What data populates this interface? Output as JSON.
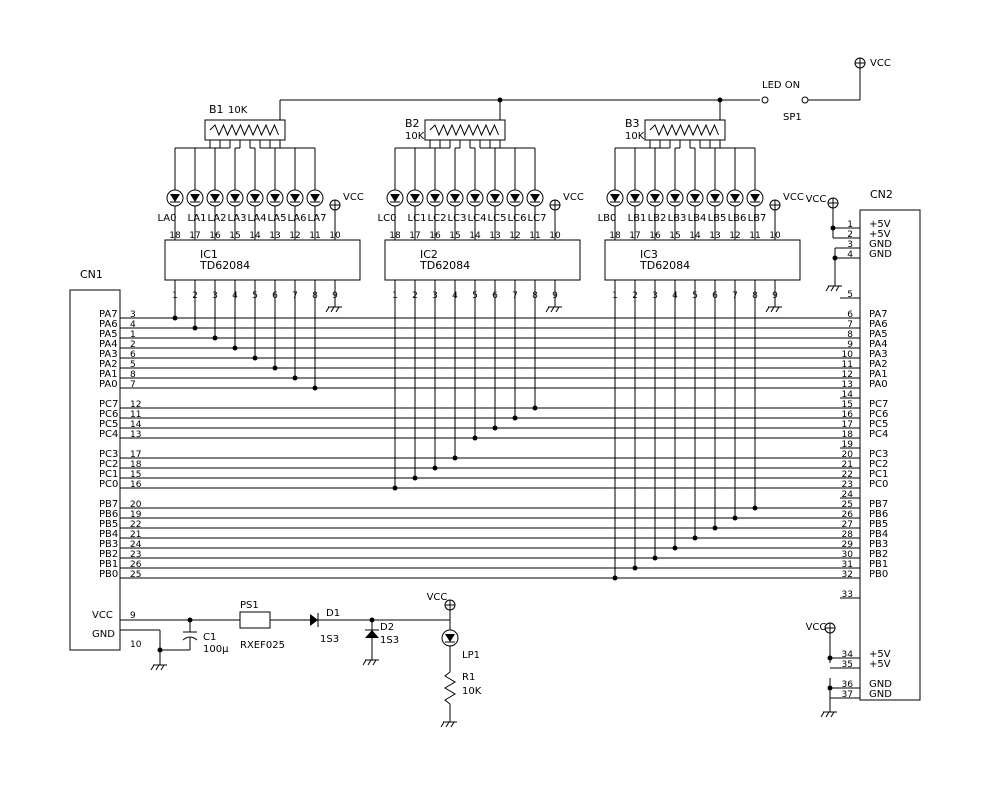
{
  "labels": {
    "vcc": "VCC",
    "led_on": "LED ON",
    "sp1": "SP1",
    "cn1": "CN1",
    "cn2": "CN2",
    "c1": "C1",
    "c1_value": "100μ",
    "ps1": "PS1",
    "ps1_part": "RXEF025",
    "d1": "D1",
    "d1_part": "1S3",
    "d2": "D2",
    "d2_part": "1S3",
    "lp1": "LP1",
    "r1": "R1",
    "r1_value": "10K"
  },
  "ic_part": "TD62084",
  "ics": [
    {
      "name": "IC1",
      "bank": "B1",
      "bank_value": "10K",
      "leds": [
        "LA0",
        "LA1",
        "LA2",
        "LA3",
        "LA4",
        "LA5",
        "LA6",
        "LA7"
      ]
    },
    {
      "name": "IC2",
      "bank": "B2",
      "bank_value": "10K",
      "leds": [
        "LC0",
        "LC1",
        "LC2",
        "LC3",
        "LC4",
        "LC5",
        "LC6",
        "LC7"
      ]
    },
    {
      "name": "IC3",
      "bank": "B3",
      "bank_value": "10K",
      "leds": [
        "LB0",
        "LB1",
        "LB2",
        "LB3",
        "LB4",
        "LB5",
        "LB6",
        "LB7"
      ]
    }
  ],
  "ic_top_pins": [
    "18",
    "17",
    "16",
    "15",
    "14",
    "13",
    "12",
    "11",
    "10"
  ],
  "ic_bottom_pins": [
    "1",
    "2",
    "3",
    "4",
    "5",
    "6",
    "7",
    "8",
    "9"
  ],
  "signals": [
    {
      "name": "PA7",
      "cn1": "3",
      "cn2": "6"
    },
    {
      "name": "PA6",
      "cn1": "4",
      "cn2": "7"
    },
    {
      "name": "PA5",
      "cn1": "1",
      "cn2": "8"
    },
    {
      "name": "PA4",
      "cn1": "2",
      "cn2": "9"
    },
    {
      "name": "PA3",
      "cn1": "6",
      "cn2": "10"
    },
    {
      "name": "PA2",
      "cn1": "5",
      "cn2": "11"
    },
    {
      "name": "PA1",
      "cn1": "8",
      "cn2": "12"
    },
    {
      "name": "PA0",
      "cn1": "7",
      "cn2": "13"
    },
    {
      "name": "PC7",
      "cn1": "12",
      "cn2": "15"
    },
    {
      "name": "PC6",
      "cn1": "11",
      "cn2": "16"
    },
    {
      "name": "PC5",
      "cn1": "14",
      "cn2": "17"
    },
    {
      "name": "PC4",
      "cn1": "13",
      "cn2": "18"
    },
    {
      "name": "PC3",
      "cn1": "17",
      "cn2": "20"
    },
    {
      "name": "PC2",
      "cn1": "18",
      "cn2": "21"
    },
    {
      "name": "PC1",
      "cn1": "15",
      "cn2": "22"
    },
    {
      "name": "PC0",
      "cn1": "16",
      "cn2": "23"
    },
    {
      "name": "PB7",
      "cn1": "20",
      "cn2": "25"
    },
    {
      "name": "PB6",
      "cn1": "19",
      "cn2": "26"
    },
    {
      "name": "PB5",
      "cn1": "22",
      "cn2": "27"
    },
    {
      "name": "PB4",
      "cn1": "21",
      "cn2": "28"
    },
    {
      "name": "PB3",
      "cn1": "24",
      "cn2": "29"
    },
    {
      "name": "PB2",
      "cn1": "23",
      "cn2": "30"
    },
    {
      "name": "PB1",
      "cn1": "26",
      "cn2": "31"
    },
    {
      "name": "PB0",
      "cn1": "25",
      "cn2": "32"
    }
  ],
  "cn1_power": [
    {
      "name": "VCC",
      "pin": "9"
    },
    {
      "name": "GND",
      "pin": "10"
    }
  ],
  "cn2_top": [
    {
      "pin": "1",
      "name": "+5V"
    },
    {
      "pin": "2",
      "name": "+5V"
    },
    {
      "pin": "3",
      "name": "GND"
    },
    {
      "pin": "4",
      "name": "GND"
    }
  ],
  "cn2_nc": [
    "5",
    "14",
    "19",
    "24",
    "33"
  ],
  "cn2_bottom": [
    {
      "pin": "34",
      "name": "+5V"
    },
    {
      "pin": "35",
      "name": "+5V"
    },
    {
      "pin": "36",
      "name": "GND"
    },
    {
      "pin": "37",
      "name": "GND"
    }
  ]
}
